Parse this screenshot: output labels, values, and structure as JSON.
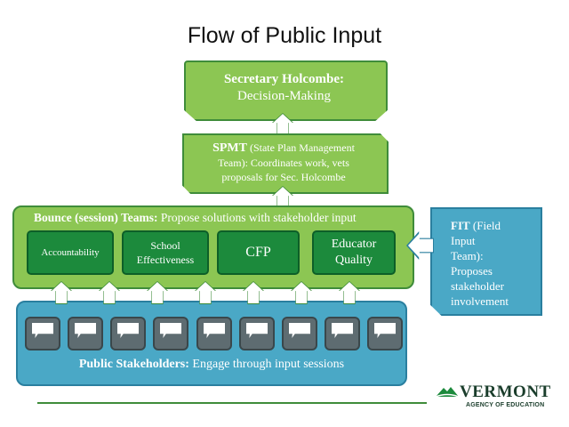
{
  "title": "Flow of Public Input",
  "secretary": {
    "name": "Secretary Holcombe:",
    "role": "Decision-Making"
  },
  "spmt": {
    "acronym": "SPMT",
    "desc_1": " (State Plan Management",
    "desc_2": "Team):  Coordinates work, vets",
    "desc_3": "proposals for Sec. Holcombe"
  },
  "bounce": {
    "label": "Bounce (session) Teams:",
    "desc": " Propose solutions with stakeholder input",
    "teams": [
      {
        "label": "Accountability"
      },
      {
        "label_1": "School",
        "label_2": "Effectiveness"
      },
      {
        "label": "CFP"
      },
      {
        "label_1": "Educator",
        "label_2": "Quality"
      }
    ]
  },
  "fit": {
    "acronym": "FIT",
    "line_1": " (Field",
    "line_2": "Input",
    "line_3": "Team):",
    "line_4": "Proposes",
    "line_5": "stakeholder",
    "line_6": "involvement"
  },
  "public": {
    "label": "Public Stakeholders:",
    "desc": "  Engage through input sessions"
  },
  "logo": {
    "name": "VERMONT",
    "subtitle": "AGENCY OF EDUCATION"
  },
  "colors": {
    "green_light": "#8cc653",
    "green_dark": "#1c8a3c",
    "blue": "#4aa8c6",
    "bubble_gray": "#5e6c71"
  },
  "icons": {
    "bubble": "speech-bubble-icon",
    "arrow": "up-arrow-icon"
  }
}
